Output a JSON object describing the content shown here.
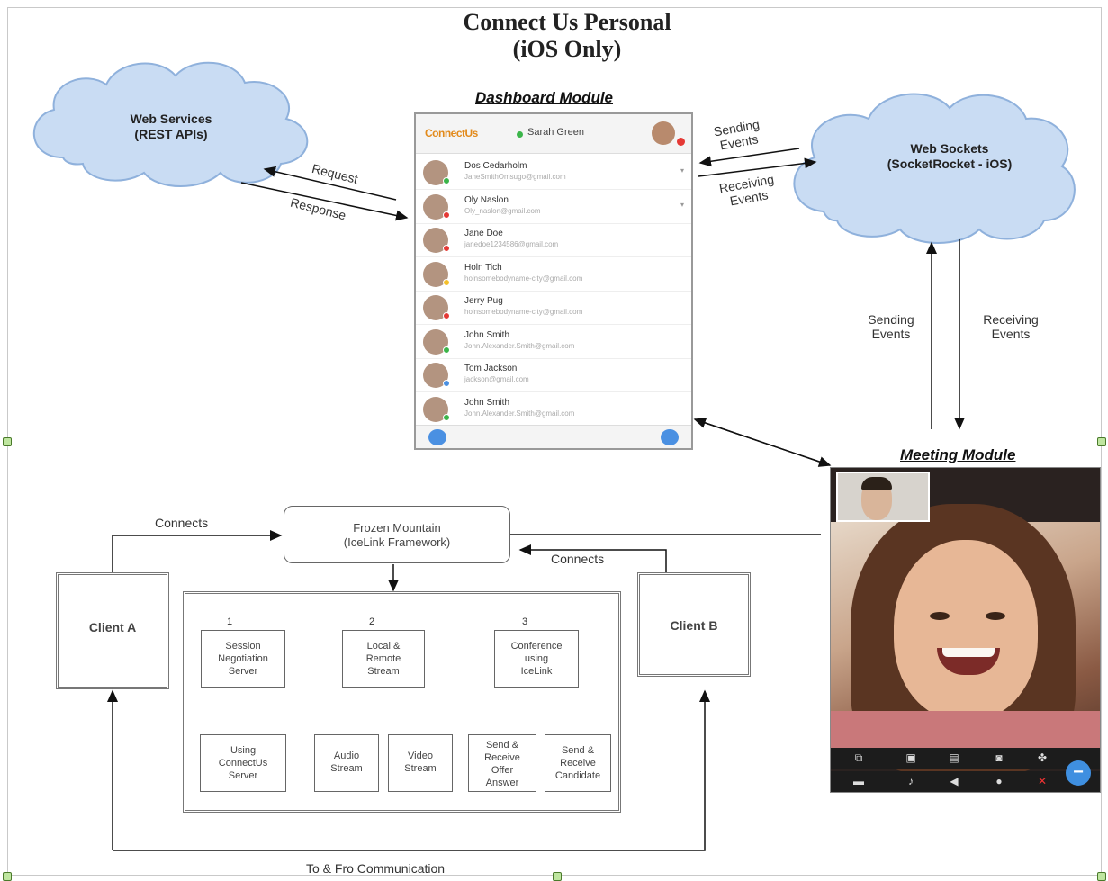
{
  "title_line1": "Connect Us Personal",
  "title_line2": "(iOS Only)",
  "dashboard_title": "Dashboard Module",
  "meeting_title": "Meeting Module",
  "web_services": {
    "line1": "Web Services",
    "line2": "(REST APIs)"
  },
  "web_sockets": {
    "line1": "Web Sockets",
    "line2": "(SocketRocket - iOS)"
  },
  "edges": {
    "request": "Request",
    "response": "Response",
    "sending_events_top_1": "Sending",
    "sending_events_top_2": "Events",
    "receiving_events_top_1": "Receiving",
    "receiving_events_top_2": "Events",
    "sending_events_side_1": "Sending",
    "sending_events_side_2": "Events",
    "receiving_events_side_1": "Receiving",
    "receiving_events_side_2": "Events",
    "connects_a": "Connects",
    "connects_b": "Connects",
    "to_fro": "To & Fro Communication"
  },
  "phone": {
    "logo": "ConnectUs",
    "user_name": "Sarah Green",
    "contacts": [
      {
        "name": "Dos Cedarholm",
        "email": "JaneSmithOmsugo@gmail.com",
        "status": "#3bb54a"
      },
      {
        "name": "Oly Naslon",
        "email": "Oly_naslon@gmail.com",
        "status": "#e53935"
      },
      {
        "name": "Jane Doe",
        "email": "janedoe1234586@gmail.com",
        "status": "#e53935"
      },
      {
        "name": "Holn Tich",
        "email": "holnsomebodyname-city@gmail.com",
        "status": "#f5c02a"
      },
      {
        "name": "Jerry Pug",
        "email": "holnsomebodyname-city@gmail.com",
        "status": "#e53935"
      },
      {
        "name": "John Smith",
        "email": "John.Alexander.Smith@gmail.com",
        "status": "#3bb54a"
      },
      {
        "name": "Tom Jackson",
        "email": "jackson@gmail.com",
        "status": "#4a90e2"
      },
      {
        "name": "John Smith",
        "email": "John.Alexander.Smith@gmail.com",
        "status": "#3bb54a"
      }
    ]
  },
  "meeting": {
    "controls_row1": [
      "⧉",
      "▣",
      "▤",
      "◙",
      "✤"
    ],
    "controls_row2": [
      "▬",
      "♪",
      "◀",
      "●",
      "✕"
    ],
    "minus": "−"
  },
  "diagram": {
    "frozen_line1": "Frozen Mountain",
    "frozen_line2": "(IceLink Framework)",
    "client_a": "Client A",
    "client_b": "Client B",
    "n1": "1",
    "n2": "2",
    "n3": "3",
    "session_1": "Session",
    "session_2": "Negotiation",
    "session_3": "Server",
    "local_1": "Local &",
    "local_2": "Remote",
    "local_3": "Stream",
    "conf_1": "Conference",
    "conf_2": "using",
    "conf_3": "IceLink",
    "using_1": "Using",
    "using_2": "ConnectUs",
    "using_3": "Server",
    "audio_1": "Audio",
    "audio_2": "Stream",
    "video_1": "Video",
    "video_2": "Stream",
    "offer_1": "Send &",
    "offer_2": "Receive",
    "offer_3": "Offer",
    "offer_4": "Answer",
    "cand_1": "Send &",
    "cand_2": "Receive",
    "cand_3": "Candidate"
  }
}
